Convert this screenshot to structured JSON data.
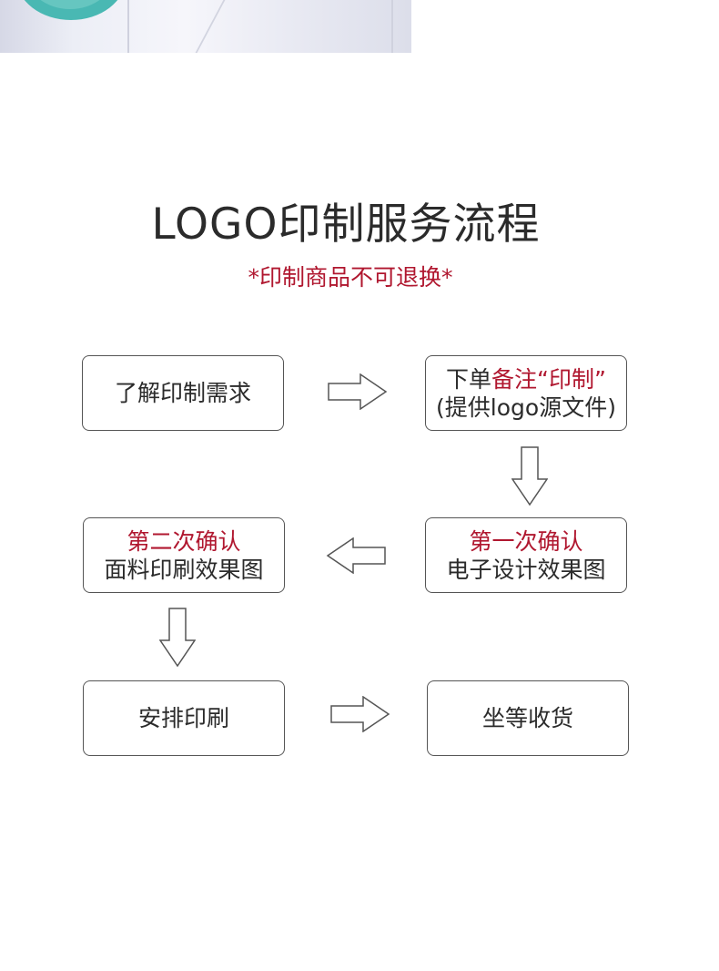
{
  "header": {
    "title": "LOGO印制服务流程",
    "notice": "*印制商品不可退换*"
  },
  "flow": {
    "step1": {
      "line1": "了解印制需求"
    },
    "step2": {
      "line1_a": "下单",
      "line1_b": "备注“印制”",
      "line2": "(提供logo源文件)"
    },
    "step3": {
      "line1": "第一次确认",
      "line2": "电子设计效果图"
    },
    "step4": {
      "line1": "第二次确认",
      "line2": "面料印刷效果图"
    },
    "step5": {
      "line1": "安排印刷"
    },
    "step6": {
      "line1": "坐等收货"
    }
  },
  "colors": {
    "accent_red": "#b0172f",
    "text": "#2b2b2b",
    "border": "#555555"
  },
  "icons": {
    "arrow_right": "arrow-right-icon",
    "arrow_down": "arrow-down-icon",
    "arrow_left": "arrow-left-icon"
  }
}
